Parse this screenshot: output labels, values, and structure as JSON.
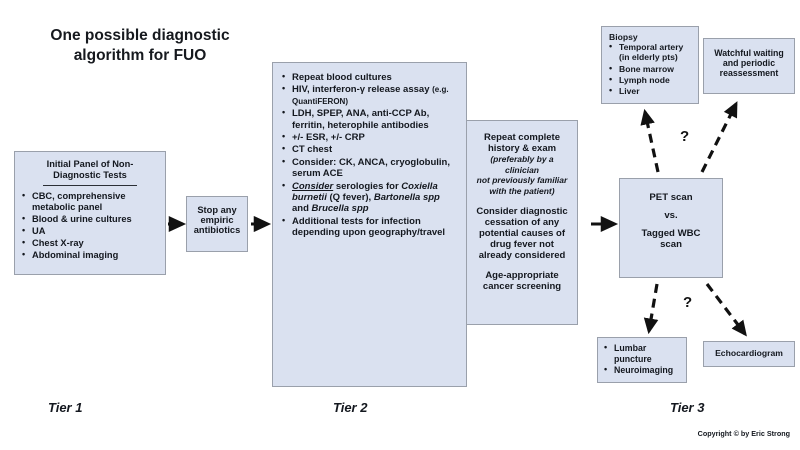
{
  "title": "One possible diagnostic algorithm for FUO",
  "boxes": {
    "tier1": {
      "heading_line1": "Initial Panel of Non-",
      "heading_line2": "Diagnostic Tests",
      "items": [
        "CBC, comprehensive metabolic panel",
        "Blood & urine cultures",
        "UA",
        "Chest X-ray",
        "Abdominal imaging"
      ]
    },
    "stop_antibiotics": {
      "line1": "Stop any",
      "line2": "empiric",
      "line3": "antibiotics"
    },
    "tier2": {
      "items": [
        "Repeat blood cultures",
        "HIV, interferon-γ release assay",
        "(e.g. QuantiFERON)",
        "LDH, SPEP, ANA, anti-CCP Ab, ferritin, heterophile antibodies",
        "+/- ESR, +/- CRP",
        "CT chest",
        "Consider: CK, ANCA, cryoglobulin, serum ACE",
        "Consider",
        "serologies for",
        "Coxiella burnetii",
        "(Q fever),",
        "Bartonella spp",
        "and",
        "Brucella spp",
        "Additional tests for infection depending upon geography/travel"
      ]
    },
    "repeat_history": {
      "line1": "Repeat complete",
      "line2": "history & exam",
      "note1": "(preferably by a clinician",
      "note2": "not previously familiar",
      "note3": "with the patient)",
      "para2_l1": "Consider diagnostic",
      "para2_l2": "cessation of any",
      "para2_l3": "potential causes of",
      "para2_l4": "drug fever not",
      "para2_l5": "already considered",
      "para3_l1": "Age-appropriate",
      "para3_l2": "cancer screening"
    },
    "biopsy": {
      "heading": "Biopsy",
      "items": [
        "Temporal artery (in elderly pts)",
        "Bone marrow",
        "Lymph node",
        "Liver"
      ]
    },
    "watchful": {
      "line1": "Watchful waiting",
      "line2": "and periodic",
      "line3": "reassessment"
    },
    "pet": {
      "line1": "PET scan",
      "line2": "vs.",
      "line3": "Tagged WBC",
      "line4": "scan"
    },
    "lumbar": {
      "items": [
        "Lumbar puncture",
        "Neuroimaging"
      ]
    },
    "echo": {
      "label": "Echocardiogram"
    }
  },
  "tiers": {
    "tier1_label": "Tier 1",
    "tier2_label": "Tier 2",
    "tier3_label": "Tier 3"
  },
  "annotations": {
    "question_top": "?",
    "question_bottom": "?"
  },
  "copyright": "Copyright © by Eric Strong",
  "colors": {
    "box_fill": "#dae1f0",
    "box_border": "#9aa0ab",
    "text": "#14181f",
    "arrow": "#111111"
  }
}
